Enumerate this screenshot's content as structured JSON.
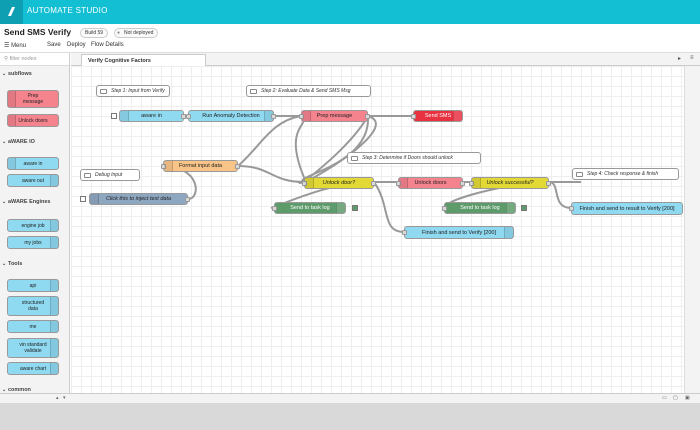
{
  "app": {
    "name": "AUTOMATE STUDIO"
  },
  "flow": {
    "title": "Send SMS Verify",
    "build": "Build 59",
    "deploy_status": "Not deployed"
  },
  "menu": {
    "menu_label": "Menu",
    "save": "Save",
    "deploy": "Deploy",
    "flow_details": "Flow Details"
  },
  "sidebar": {
    "filter_placeholder": "filter nodes",
    "categories": [
      {
        "label": "subflows",
        "items": [
          "Prep message",
          "Unlock doors"
        ]
      },
      {
        "label": "aWARE IO",
        "items": [
          "aware in",
          "aware out"
        ]
      },
      {
        "label": "aWARE Engines",
        "items": [
          "engine job",
          "my jobs"
        ]
      },
      {
        "label": "Tools",
        "items": [
          "api",
          "structured data",
          "me",
          "vin standard validate",
          "aware chart"
        ]
      },
      {
        "label": "common",
        "items": []
      }
    ]
  },
  "tab": {
    "label": "Verify Cognitive Factors"
  },
  "canvas": {
    "comments": {
      "step1": "Step 1: Input from Verify",
      "step2": "Step 2: Evaluate Data & Send SMS Msg",
      "step3": "Step 3: Determine if Doors should unlock",
      "step4": "Step 4: Check response & finish",
      "debug": "Debug Input"
    },
    "nodes": {
      "aware_in": "aware in",
      "anomaly": "Run Anomaly Detection",
      "prep": "Prep message",
      "send_sms": "Send SMS",
      "format": "Format input data",
      "inject": "Click this to inject test data",
      "unlock_q": "Unlock door?",
      "unlock_doors": "Unlock doors",
      "unlock_ok": "Unlock successful?",
      "log1": "Send to task log",
      "log2": "Send to task log",
      "finish200a": "Finish and send to Verify [200]",
      "finish200b": "Finish and send to result to Verify [200]"
    }
  },
  "colors": {
    "header": "#13bfd3",
    "aware_node": "#8fd9f1",
    "subflow_node": "#f5838e",
    "function_node": "#f9c488",
    "switch_node": "#e2d936",
    "log_node": "#5d9b6a",
    "inject_node": "#8ea7c1",
    "alert_node": "#e83242"
  }
}
